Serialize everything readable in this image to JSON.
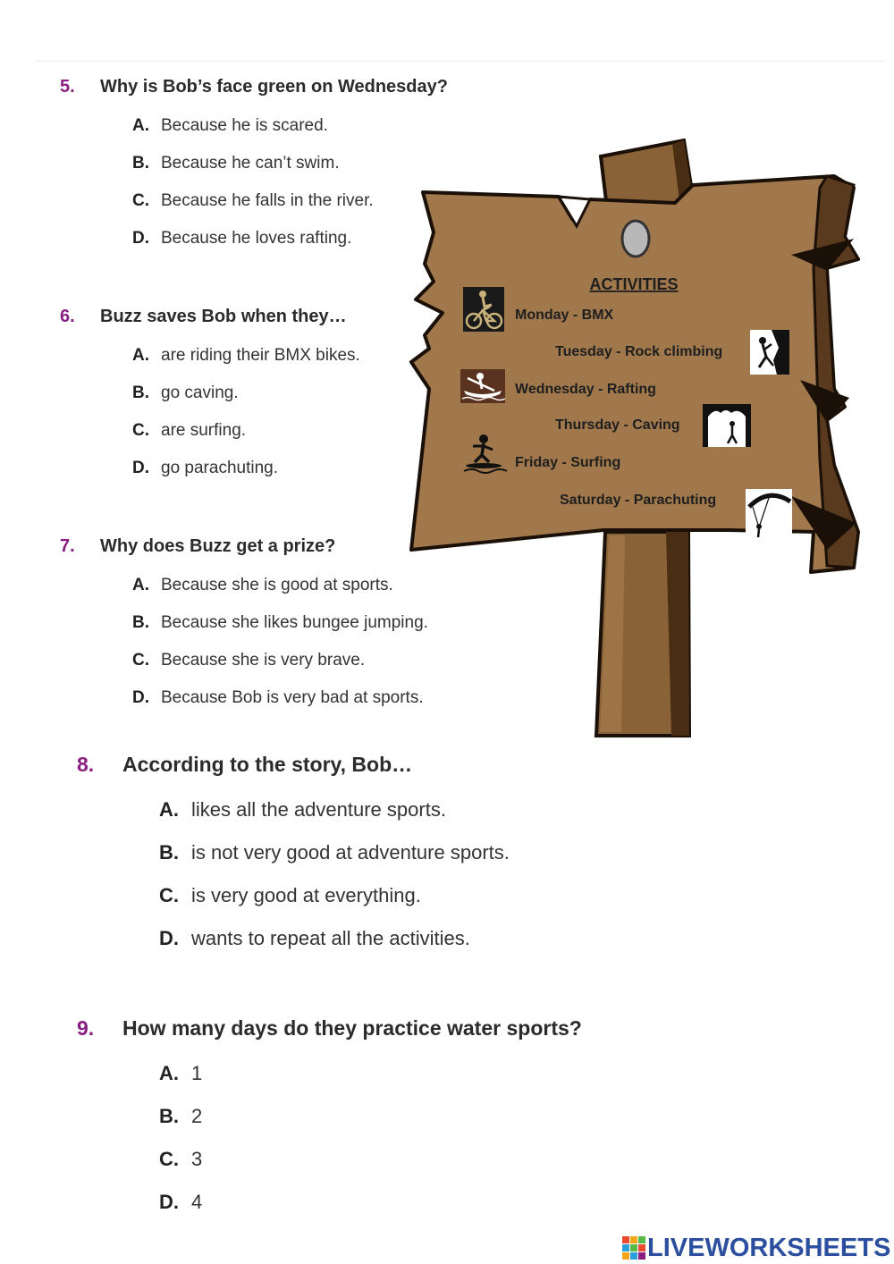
{
  "questions": [
    {
      "number": "5.",
      "text": "Why is Bob’s face green on Wednesday?",
      "options": [
        {
          "letter": "A.",
          "text": "Because he is scared."
        },
        {
          "letter": "B.",
          "text": "Because he can’t swim."
        },
        {
          "letter": "C.",
          "text": "Because he falls in the river."
        },
        {
          "letter": "D.",
          "text": "Because he loves rafting."
        }
      ]
    },
    {
      "number": "6.",
      "text": "Buzz saves Bob when they…",
      "options": [
        {
          "letter": "A.",
          "text": "are riding their BMX bikes."
        },
        {
          "letter": "B.",
          "text": "go caving."
        },
        {
          "letter": "C.",
          "text": "are surfing."
        },
        {
          "letter": "D.",
          "text": "go parachuting."
        }
      ]
    },
    {
      "number": "7.",
      "text": "Why does Buzz get a prize?",
      "options": [
        {
          "letter": "A.",
          "text": "Because she is good at sports."
        },
        {
          "letter": "B.",
          "text": "Because she likes bungee jumping."
        },
        {
          "letter": "C.",
          "text": "Because she is very brave."
        },
        {
          "letter": "D.",
          "text": "Because Bob is very bad at sports."
        }
      ]
    },
    {
      "number": "8.",
      "text": "According to the story, Bob…",
      "options": [
        {
          "letter": "A.",
          "text": "likes all the adventure sports."
        },
        {
          "letter": "B.",
          "text": "is not very good at adventure sports."
        },
        {
          "letter": "C.",
          "text": "is very good at everything."
        },
        {
          "letter": "D.",
          "text": "wants to repeat all the activities."
        }
      ]
    },
    {
      "number": "9.",
      "text": "How many days do they practice water sports?",
      "options": [
        {
          "letter": "A.",
          "text": "1"
        },
        {
          "letter": "B.",
          "text": "2"
        },
        {
          "letter": "C.",
          "text": "3"
        },
        {
          "letter": "D.",
          "text": "4"
        }
      ]
    }
  ],
  "sign": {
    "title": "ACTIVITIES",
    "activities": [
      {
        "text": "Monday - BMX",
        "icon": "bmx-icon"
      },
      {
        "text": "Tuesday - Rock climbing",
        "icon": "rock-climbing-icon"
      },
      {
        "text": "Wednesday - Rafting",
        "icon": "rafting-icon"
      },
      {
        "text": "Thursday - Caving",
        "icon": "caving-icon"
      },
      {
        "text": "Friday - Surfing",
        "icon": "surfing-icon"
      },
      {
        "text": "Saturday - Parachuting",
        "icon": "parachuting-icon"
      }
    ],
    "colors": {
      "wood": "#a0784c",
      "wood_dark": "#5a3a1e",
      "outline": "#1a1008"
    }
  },
  "footer": {
    "logo_text": "LIVEWORKSHEETS",
    "brand_color": "#2b4f9e"
  }
}
